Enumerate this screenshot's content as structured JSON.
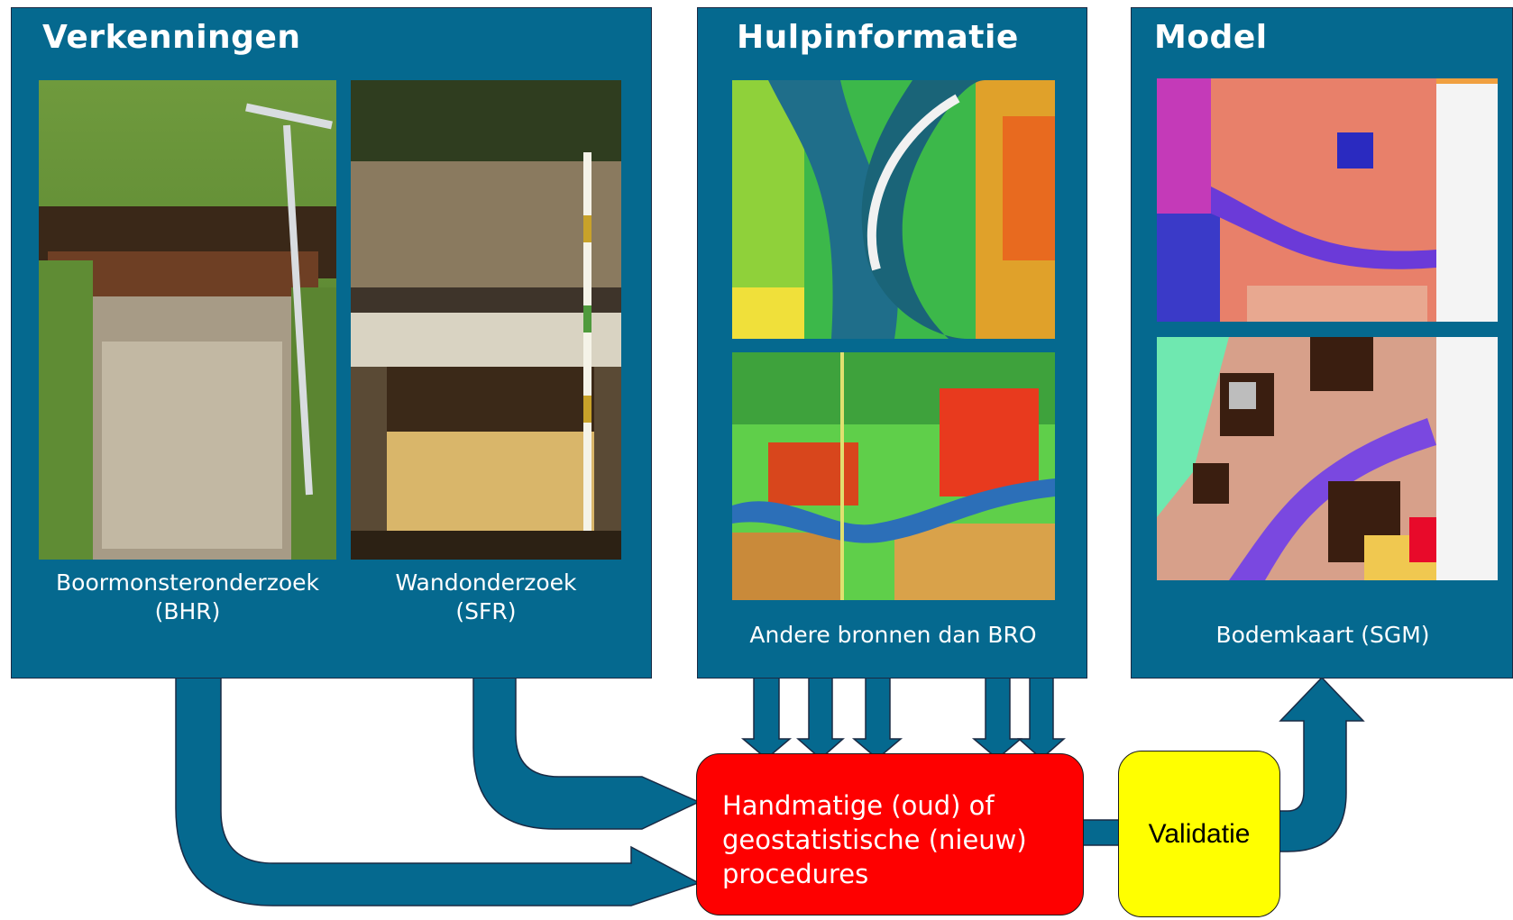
{
  "colors": {
    "panel_bg": "#05698f",
    "arrow": "#05698f",
    "process_box": "#fe0000",
    "validation_box": "#ffff00"
  },
  "panels": {
    "explorations": {
      "title": "Verkenningen",
      "photos": [
        {
          "caption_line1": "Boormonsteronderzoek",
          "caption_line2": "(BHR)"
        },
        {
          "caption_line1": "Wandonderzoek",
          "caption_line2": "(SFR)"
        }
      ]
    },
    "auxiliary": {
      "title": "Hulpinformatie",
      "caption": "Andere bronnen dan BRO"
    },
    "model": {
      "title": "Model",
      "caption": "Bodemkaart (SGM)"
    }
  },
  "process": {
    "lines": [
      "Handmatige (oud) of",
      "geostatistische (nieuw)",
      "procedures"
    ]
  },
  "validation": {
    "label": "Validatie"
  },
  "icons": {
    "borehole_photo": "soil-auger-photo",
    "wall_photo": "soil-profile-photo",
    "aux_map_top": "river-elevation-map",
    "aux_map_bottom": "land-use-map",
    "model_map_top": "soil-map-legend",
    "model_map_bottom": "soil-map-detail"
  }
}
